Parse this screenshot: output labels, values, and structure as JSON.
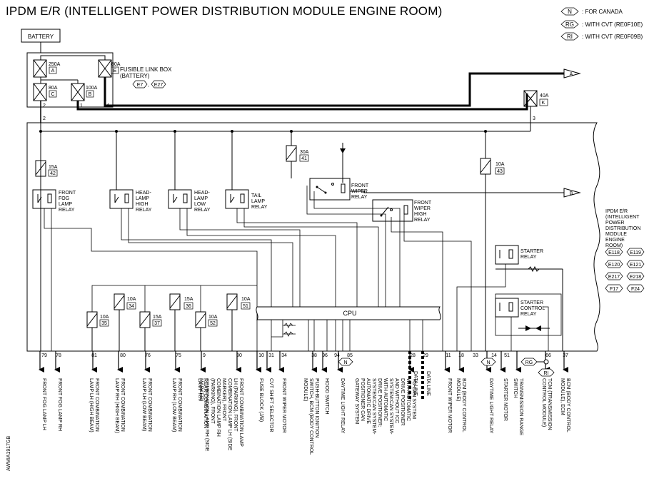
{
  "title": "IPDM E/R (INTELLIGENT POWER DISTRIBUTION MODULE ENGINE ROOM)",
  "legend": [
    {
      "code": "N",
      "text": ": FOR CANADA"
    },
    {
      "code": "RG",
      "text": ": WITH CVT (RE0F10E)"
    },
    {
      "code": "RI",
      "text": ": WITH CVT (RE0F09B)"
    }
  ],
  "battery": "BATTERY",
  "fusible_link_box": {
    "label_lines": [
      "FUSIBLE LINK BOX",
      "(BATTERY)"
    ],
    "connectors": [
      "E7",
      "E27"
    ],
    "links": [
      {
        "amp": "250A",
        "id": "A"
      },
      {
        "amp": "80A",
        "id": "E"
      },
      {
        "amp": "80A",
        "id": "C"
      },
      {
        "amp": "100A",
        "id": "B"
      }
    ],
    "pins": [
      "2",
      "1",
      "4"
    ]
  },
  "ipdm_label_lines": [
    "IPDM E/R",
    "(INTELLIGENT",
    "POWER",
    "DISTRIBUTION",
    "MODULE",
    "ENGINE",
    "ROOM)"
  ],
  "ipdm_connectors": [
    "E118",
    "E119",
    "E120",
    "E121",
    "E217",
    "E218",
    "F17",
    "F24"
  ],
  "fuses": [
    {
      "amp": "15A",
      "id": "42"
    },
    {
      "amp": "30A",
      "id": "41"
    },
    {
      "amp": "10A",
      "id": "43"
    },
    {
      "amp": "40A",
      "id": "K"
    },
    {
      "amp": "10A",
      "id": "35"
    },
    {
      "amp": "10A",
      "id": "34"
    },
    {
      "amp": "15A",
      "id": "37"
    },
    {
      "amp": "15A",
      "id": "36"
    },
    {
      "amp": "10A",
      "id": "52"
    },
    {
      "amp": "10A",
      "id": "51"
    }
  ],
  "relays": {
    "front_fog": [
      "FRONT",
      "FOG",
      "LAMP",
      "RELAY"
    ],
    "headlamp_high": [
      "HEAD-",
      "LAMP",
      "HIGH",
      "RELAY"
    ],
    "headlamp_low": [
      "HEAD-",
      "LAMP",
      "LOW",
      "RELAY"
    ],
    "tail_lamp": [
      "TAIL",
      "LAMP",
      "RELAY"
    ],
    "front_wiper": [
      "FRONT",
      "WIPER",
      "RELAY"
    ],
    "front_wiper_high": [
      "FRONT",
      "WIPER",
      "HIGH",
      "RELAY"
    ],
    "starter": [
      "STARTER",
      "RELAY"
    ],
    "starter_control": [
      "STARTER",
      "CONTROL",
      "RELAY"
    ]
  },
  "cpu": "CPU",
  "arrow_tags": [
    "A",
    "B"
  ],
  "pin_2_top": "2",
  "pin_3_top": "3",
  "option_tags": {
    "n1": "N",
    "n2": "N",
    "rg": "RG",
    "ri": "RI"
  },
  "terminals": [
    "79",
    "78",
    "81",
    "80",
    "76",
    "75",
    "9",
    "90",
    "10",
    "31",
    "34",
    "38",
    "96",
    "94",
    "85",
    "28",
    "29",
    "11",
    "18",
    "33",
    "14",
    "51",
    "66",
    "37"
  ],
  "outputs": [
    {
      "text": [
        "FRONT FOG LAMP LH"
      ]
    },
    {
      "text": [
        "FRONT FOG LAMP RH"
      ]
    },
    {
      "text": [
        "FRONT COMBINATION",
        "LAMP LH (HIGH BEAM)"
      ]
    },
    {
      "text": [
        "FRONT COMBINATION",
        "LAMP RH (HIGH BEAM)"
      ]
    },
    {
      "text": [
        "FRONT COMBINATION",
        "LAMP LH (LOW BEAM)"
      ]
    },
    {
      "text": [
        "FRONT COMBINATION",
        "LAMP RH (LOW BEAM)"
      ]
    },
    {
      "text": [
        "REAR COMBINATION",
        "LAMP RH"
      ]
    },
    {
      "text": [
        "FRONT COMBINATION LAMP",
        "LH (PARKING), FRONT",
        "COMBINATION LAMP LH (SIDE",
        "MARKER), FRONT",
        "COMBINATION LAMP RH",
        "(PARKING), FRONT",
        "COMBINATION LAMP RH (SIDE",
        "MARKER)"
      ]
    },
    {
      "text": [
        "FUSE BLOCK (J/B)"
      ]
    },
    {
      "text": [
        "CVT SHIFT SELECTOR"
      ]
    },
    {
      "text": [
        "FRONT WIPER MOTOR"
      ]
    },
    {
      "text": [
        "PUSH-BUTTON IGNITION",
        "SWITCH, BCM (BODY CONTROL",
        "MODULE)"
      ]
    },
    {
      "text": [
        "HOOD SWITCH"
      ]
    },
    {
      "text": [
        "DAYTIME LIGHT RELAY"
      ]
    },
    {
      "text": [
        "TO CAN SYSTEM",
        "WITH AUTOMATIC",
        "DRIVE POSITIONER",
        "AND WITHOUT ICC",
        "SYSTEM:CAN SYSTEM-",
        "WITH AUTOMATIC",
        "DRIVE POSITIONER:",
        "SYSTEM:CAN SYSTEM-",
        "AUTOMATIC DRIVE",
        "POSITIONER CAN",
        "GATEWAY SYSTEM"
      ]
    },
    {
      "text": [
        "FRONT WIPER MOTOR"
      ]
    },
    {
      "text": [
        "BCM (BODY CONTROL",
        "MODULE)"
      ]
    },
    {
      "text": [
        "DAYTIME LIGHT RELAY"
      ]
    },
    {
      "text": [
        "STARTER MOTOR"
      ]
    },
    {
      "text": [
        "TRANSMISSION RANGE",
        "SWITCH"
      ]
    },
    {
      "text": [
        "TCM (TRANSMISSION",
        "CONTROL MODULE)"
      ]
    },
    {
      "text": [
        "BCM (BODY CONTROL",
        "MODULE), ECM"
      ]
    }
  ],
  "data_lines": [
    "DATA LINE",
    "DATA LINE"
  ],
  "figure_code": "AWMIA1917GB"
}
